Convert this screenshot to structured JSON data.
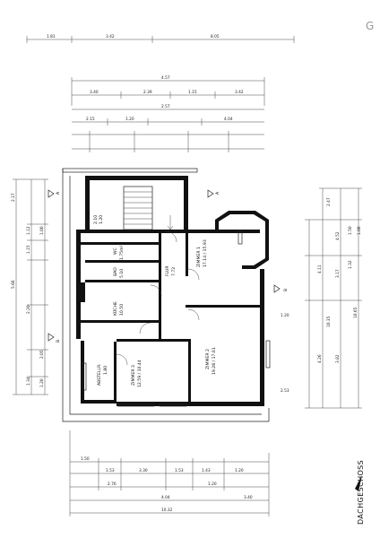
{
  "title": "DACHGESCHOSS",
  "corner_mark": "G",
  "section_marks": [
    "A",
    "A",
    "B",
    "B"
  ],
  "rooms": [
    {
      "id": "treppe",
      "lines": [
        "2.10",
        "1.20"
      ]
    },
    {
      "id": "wc",
      "lines": [
        "WC",
        "1.75m²"
      ]
    },
    {
      "id": "bad",
      "lines": [
        "BAD",
        "5.10"
      ]
    },
    {
      "id": "flur",
      "lines": [
        "FLUR",
        "7.72"
      ]
    },
    {
      "id": "kueche",
      "lines": [
        "KÜCHE",
        "10.50"
      ]
    },
    {
      "id": "zimmer1",
      "lines": [
        "ZIMMER 1",
        "17.14 / 15.93"
      ]
    },
    {
      "id": "zimmer2",
      "lines": [
        "ZIMMER 2",
        "19.28 / 17.61"
      ]
    },
    {
      "id": "zimmer3",
      "lines": [
        "ZIMMER 3",
        "12.59 / 10.44"
      ]
    },
    {
      "id": "abstellraum",
      "lines": [
        "ABSTELLR.",
        "1.80"
      ]
    }
  ],
  "dims_top": [
    "1.81",
    "3.42",
    "8.05",
    "4.57",
    "3.40",
    "2.39",
    "1.15",
    "3.42",
    "2.57",
    "2.15",
    "1.20",
    "4.04"
  ],
  "dims_bottom": [
    "1.50",
    "1.53",
    "3.30",
    "1.53",
    "1.43",
    "1.20",
    "2.76",
    "1.20",
    "4.04",
    "3.40",
    "10.32"
  ],
  "dims_left": [
    "2.17",
    "1.12",
    "1.15",
    "1.00",
    "5.66",
    "2.20",
    "2.05",
    "1.34",
    "1.20"
  ],
  "dims_right": [
    "2.47",
    "4.52",
    "4.11",
    "1.50",
    "1.00",
    "3.17",
    "1.32",
    "4.26",
    "3.82",
    "10.35",
    "10.65",
    "1.20",
    "2.53"
  ]
}
